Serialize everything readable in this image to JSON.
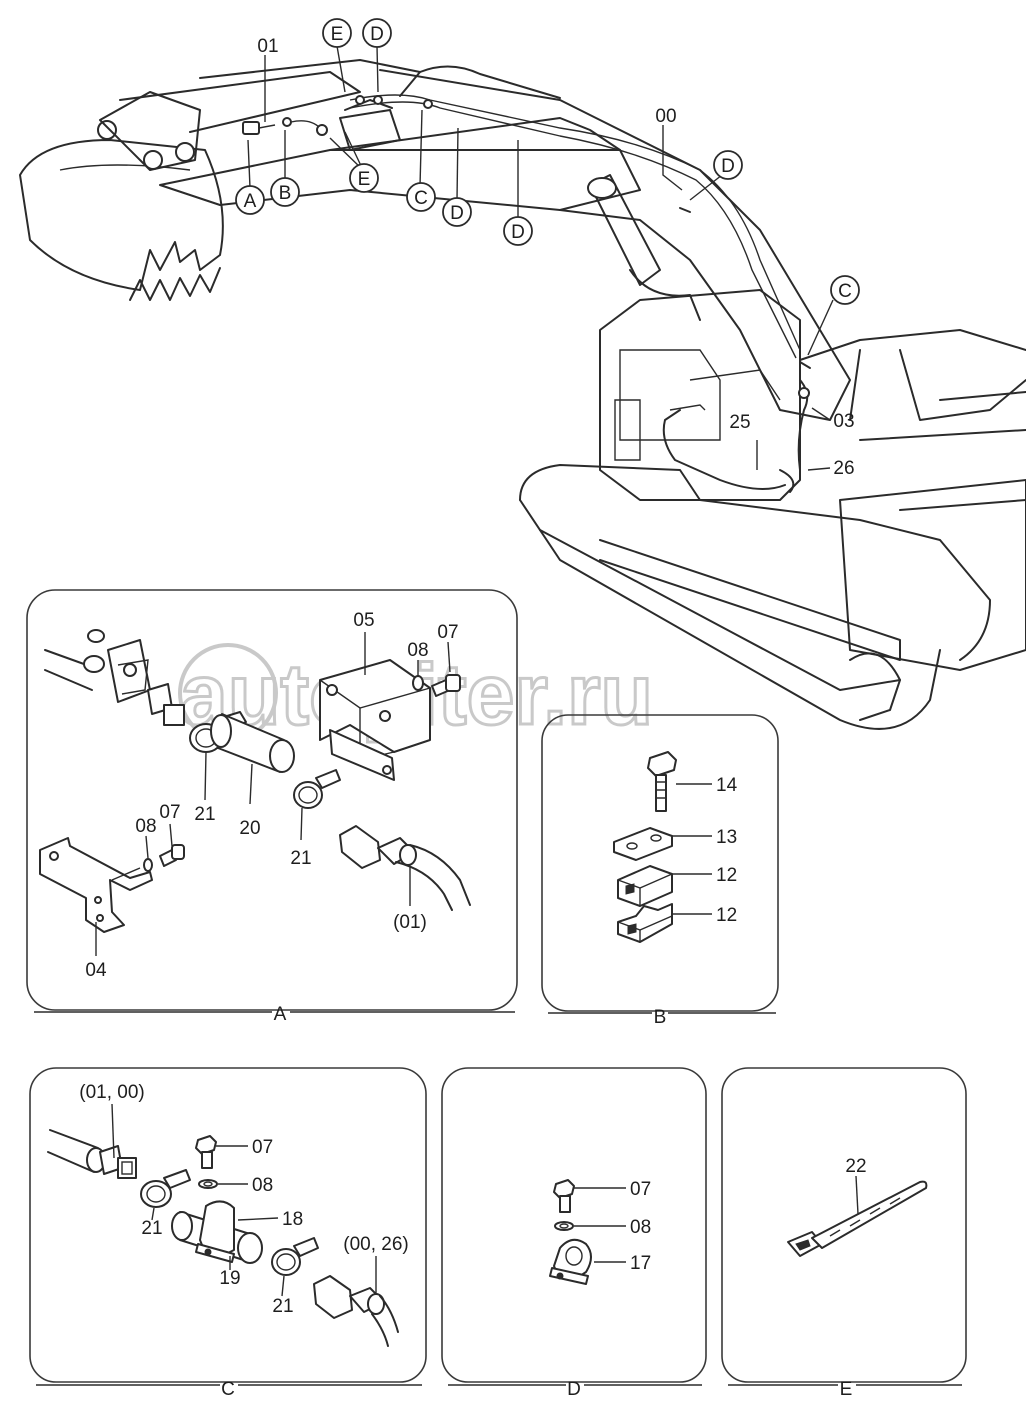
{
  "watermark": {
    "text": "autopiter.ru"
  },
  "main_view": {
    "parts": {
      "p01": "01",
      "p00": "00",
      "p03": "03",
      "p25": "25",
      "p26": "26"
    },
    "callouts": {
      "e_top": "E",
      "d_top": "D",
      "a": "A",
      "b": "B",
      "e_mid": "E",
      "c_arm": "C",
      "d_arm1": "D",
      "d_arm2": "D",
      "d_boom": "D",
      "c_boom": "C"
    }
  },
  "details": {
    "a": {
      "label": "A",
      "parts": {
        "p05": "05",
        "p08_top": "08",
        "p07_top": "07",
        "p21_left": "21",
        "p20": "20",
        "p21_right": "21",
        "p08_low": "08",
        "p07_low": "07",
        "p01_ref": "(01)",
        "p04": "04"
      }
    },
    "b": {
      "label": "B",
      "parts": {
        "p14": "14",
        "p13": "13",
        "p12_upper": "12",
        "p12_lower": "12"
      }
    },
    "c": {
      "label": "C",
      "parts": {
        "p01_00": "(01, 00)",
        "p07": "07",
        "p08": "08",
        "p18": "18",
        "p21_left": "21",
        "p19": "19",
        "p21_right": "21",
        "p00_26": "(00, 26)"
      }
    },
    "d": {
      "label": "D",
      "parts": {
        "p07": "07",
        "p08": "08",
        "p17": "17"
      }
    },
    "e": {
      "label": "E",
      "parts": {
        "p22": "22"
      }
    }
  }
}
